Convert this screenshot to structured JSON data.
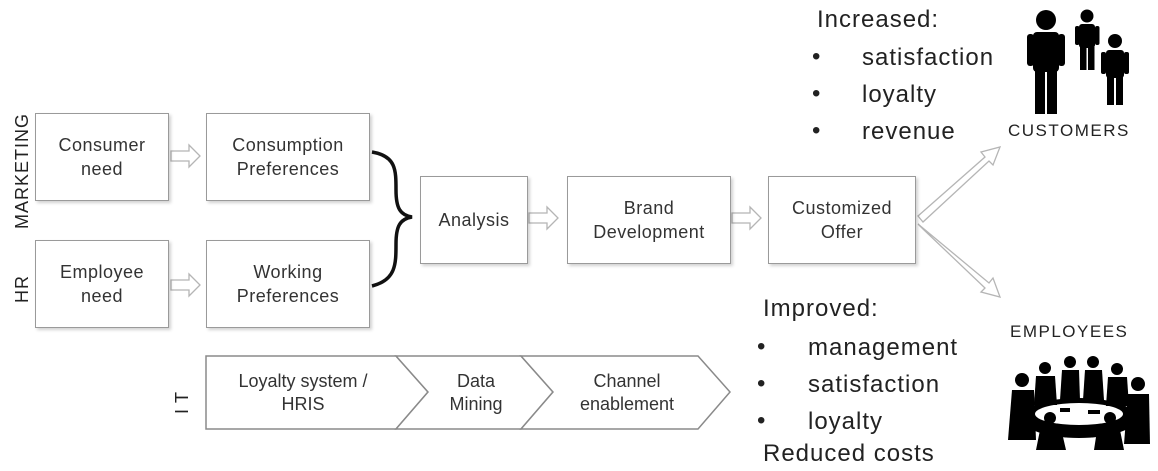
{
  "departments": {
    "marketing": "MARKETING",
    "hr": "HR",
    "it": "IT"
  },
  "boxes": {
    "consumer_need": "Consumer\nneed",
    "consumption_preferences": "Consumption\nPreferences",
    "employee_need": "Employee\nneed",
    "working_preferences": "Working\nPreferences",
    "analysis": "Analysis",
    "brand_development": "Brand\nDevelopment",
    "customized_offer": "Customized\nOffer"
  },
  "it_chevrons": [
    "Loyalty system /\nHRIS",
    "Data\nMining",
    "Channel\nenablement"
  ],
  "customers": {
    "heading": "Increased:",
    "bullets": [
      "satisfaction",
      "loyalty",
      "revenue"
    ],
    "label": "CUSTOMERS"
  },
  "employees": {
    "heading": "Improved:",
    "bullets": [
      "management",
      "satisfaction",
      "loyalty"
    ],
    "footer": "Reduced costs",
    "label": "EMPLOYEES"
  },
  "colors": {
    "box_border": "#9a9a9a",
    "arrow_outline": "#b5b5b5",
    "text": "#222222"
  },
  "icons": [
    "customers-people-icon",
    "employees-meeting-icon"
  ]
}
